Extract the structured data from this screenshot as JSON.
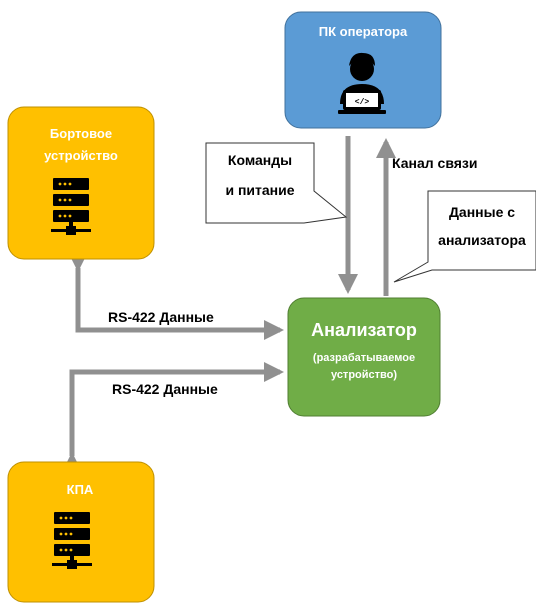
{
  "nodes": {
    "operator_pc": {
      "label": "ПК оператора",
      "color": "#5b9bd5",
      "icon": "person-laptop-icon"
    },
    "onboard_device": {
      "label_line1": "Бортовое",
      "label_line2": "устройство",
      "color": "#ffc000",
      "icon": "server-rack-icon"
    },
    "analyzer": {
      "label": "Анализатор",
      "sub_line1": "(разрабатываемое",
      "sub_line2": "устройство)",
      "color": "#70ad47"
    },
    "kpa": {
      "label": "КПА",
      "color": "#ffc000",
      "icon": "server-rack-icon"
    }
  },
  "edges": {
    "onboard_rs422": "RS-422 Данные",
    "kpa_rs422": "RS-422 Данные",
    "channel": "Канал связи"
  },
  "callouts": {
    "commands_power": {
      "line1": "Команды",
      "line2": "и питание"
    },
    "analyzer_data": {
      "line1": "Данные с",
      "line2": "анализатора"
    }
  },
  "colors": {
    "arrow": "#909090",
    "box_border": "#333333"
  }
}
